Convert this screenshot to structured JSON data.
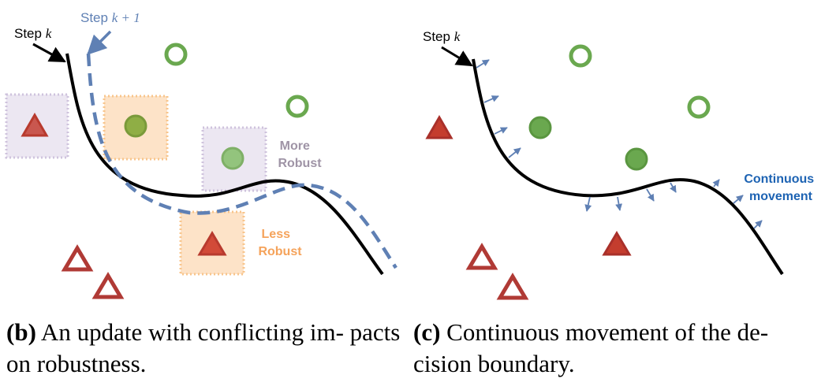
{
  "panel_b": {
    "step_label": "Step ",
    "step_var": "k",
    "step_next_label": "Step ",
    "step_next_var": "k + 1",
    "more_robust_line1": "More",
    "more_robust_line2": "Robust",
    "less_robust_line1": "Less",
    "less_robust_line2": "Robust",
    "caption_tag": "(b)",
    "caption_text": " An update with conflicting im- pacts on robustness."
  },
  "panel_c": {
    "step_label": "Step ",
    "step_var": "k",
    "continuous_line1": "Continuous",
    "continuous_line2": "movement",
    "caption_tag": "(c)",
    "caption_text": " Continuous movement of the de- cision boundary."
  },
  "colors": {
    "green": "#6aa84f",
    "red": "#b83a2e",
    "boundary": "#000000",
    "dashed_boundary": "#5f80b4",
    "more_robust_box": "#d9d2e9",
    "less_robust_box": "#fbd6a8",
    "arrow_blue": "#5f80b4"
  }
}
